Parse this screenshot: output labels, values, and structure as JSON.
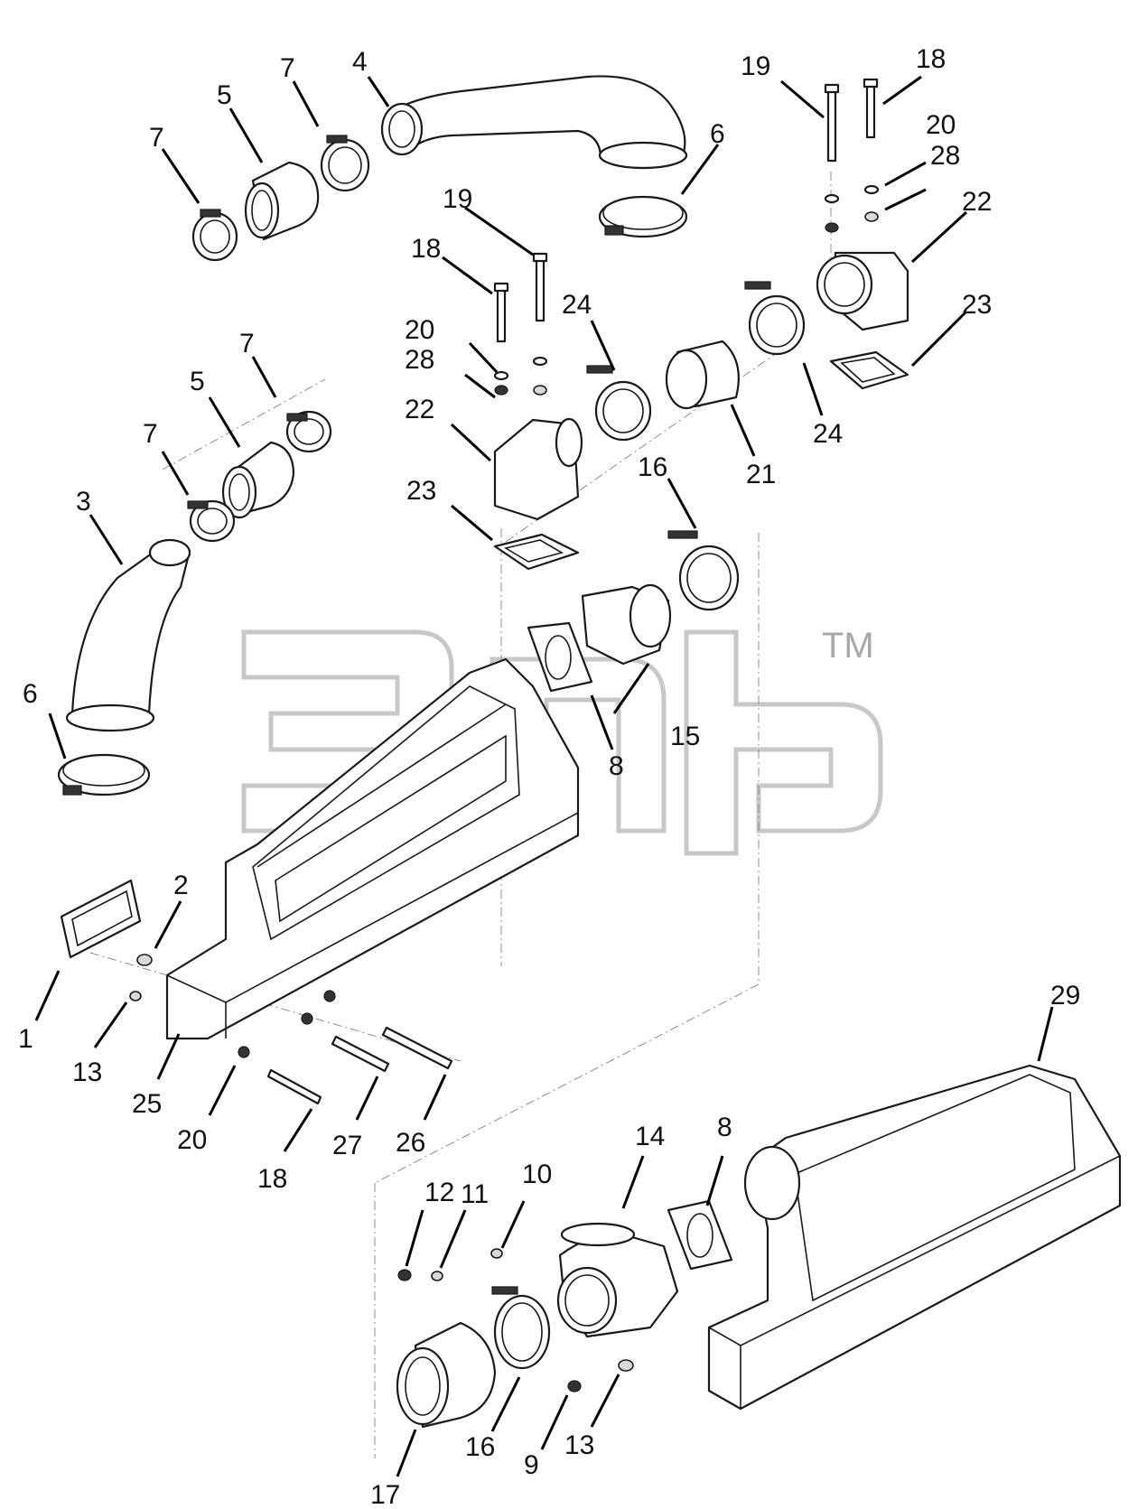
{
  "diagram": {
    "watermark_mark": "TM",
    "callouts": [
      {
        "id": "c4",
        "label": "4"
      },
      {
        "id": "c5a",
        "label": "5"
      },
      {
        "id": "c7a",
        "label": "7"
      },
      {
        "id": "c7b",
        "label": "7"
      },
      {
        "id": "c6a",
        "label": "6"
      },
      {
        "id": "c19a",
        "label": "19"
      },
      {
        "id": "c18a",
        "label": "18"
      },
      {
        "id": "c20a",
        "label": "20"
      },
      {
        "id": "c28a",
        "label": "28"
      },
      {
        "id": "c22a",
        "label": "22"
      },
      {
        "id": "c23a",
        "label": "23"
      },
      {
        "id": "c19b",
        "label": "19"
      },
      {
        "id": "c18b",
        "label": "18"
      },
      {
        "id": "c24a",
        "label": "24"
      },
      {
        "id": "c20b",
        "label": "20"
      },
      {
        "id": "c28b",
        "label": "28"
      },
      {
        "id": "c22b",
        "label": "22"
      },
      {
        "id": "c7c",
        "label": "7"
      },
      {
        "id": "c5b",
        "label": "5"
      },
      {
        "id": "c7d",
        "label": "7"
      },
      {
        "id": "c3",
        "label": "3"
      },
      {
        "id": "c24b",
        "label": "24"
      },
      {
        "id": "c21",
        "label": "21"
      },
      {
        "id": "c16a",
        "label": "16"
      },
      {
        "id": "c23b",
        "label": "23"
      },
      {
        "id": "c6b",
        "label": "6"
      },
      {
        "id": "c15",
        "label": "15"
      },
      {
        "id": "c8a",
        "label": "8"
      },
      {
        "id": "c2",
        "label": "2"
      },
      {
        "id": "c1",
        "label": "1"
      },
      {
        "id": "c13a",
        "label": "13"
      },
      {
        "id": "c25",
        "label": "25"
      },
      {
        "id": "c20c",
        "label": "20"
      },
      {
        "id": "c18c",
        "label": "18"
      },
      {
        "id": "c27",
        "label": "27"
      },
      {
        "id": "c26",
        "label": "26"
      },
      {
        "id": "c29",
        "label": "29"
      },
      {
        "id": "c14",
        "label": "14"
      },
      {
        "id": "c8b",
        "label": "8"
      },
      {
        "id": "c10",
        "label": "10"
      },
      {
        "id": "c12",
        "label": "12"
      },
      {
        "id": "c11",
        "label": "11"
      },
      {
        "id": "c17",
        "label": "17"
      },
      {
        "id": "c16b",
        "label": "16"
      },
      {
        "id": "c9",
        "label": "9"
      },
      {
        "id": "c13b",
        "label": "13"
      }
    ]
  }
}
